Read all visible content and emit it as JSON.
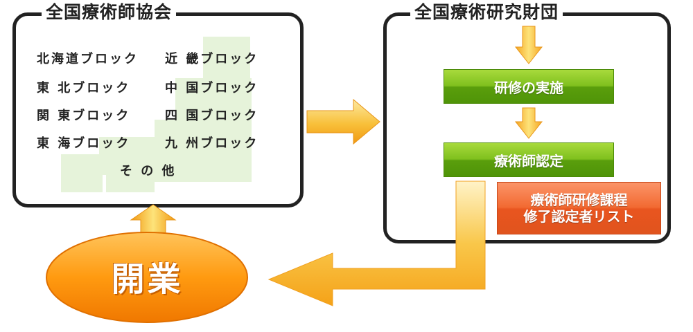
{
  "association": {
    "title": "全国療術師協会",
    "blocks": [
      "北海道ブロック",
      "近 畿ブロック",
      "東 北ブロック",
      "中 国ブロック",
      "関 東ブロック",
      "四 国ブロック",
      "東 海ブロック",
      "九 州ブロック",
      "そ の 他"
    ]
  },
  "foundation": {
    "title": "全国療術研究財団",
    "step1": "研修の実施",
    "step2": "療術師認定",
    "list_line1": "療術師研修課程",
    "list_line2": "修了認定者リスト"
  },
  "kaigyou": {
    "label": "開業"
  },
  "colors": {
    "border": "#222222",
    "map_bg": "#e6f3da",
    "green_accent": "#7fc01e",
    "red_accent": "#e9551f",
    "arrow_yellow": "#f7c03a",
    "ellipse_orange": "#ff8a00"
  }
}
